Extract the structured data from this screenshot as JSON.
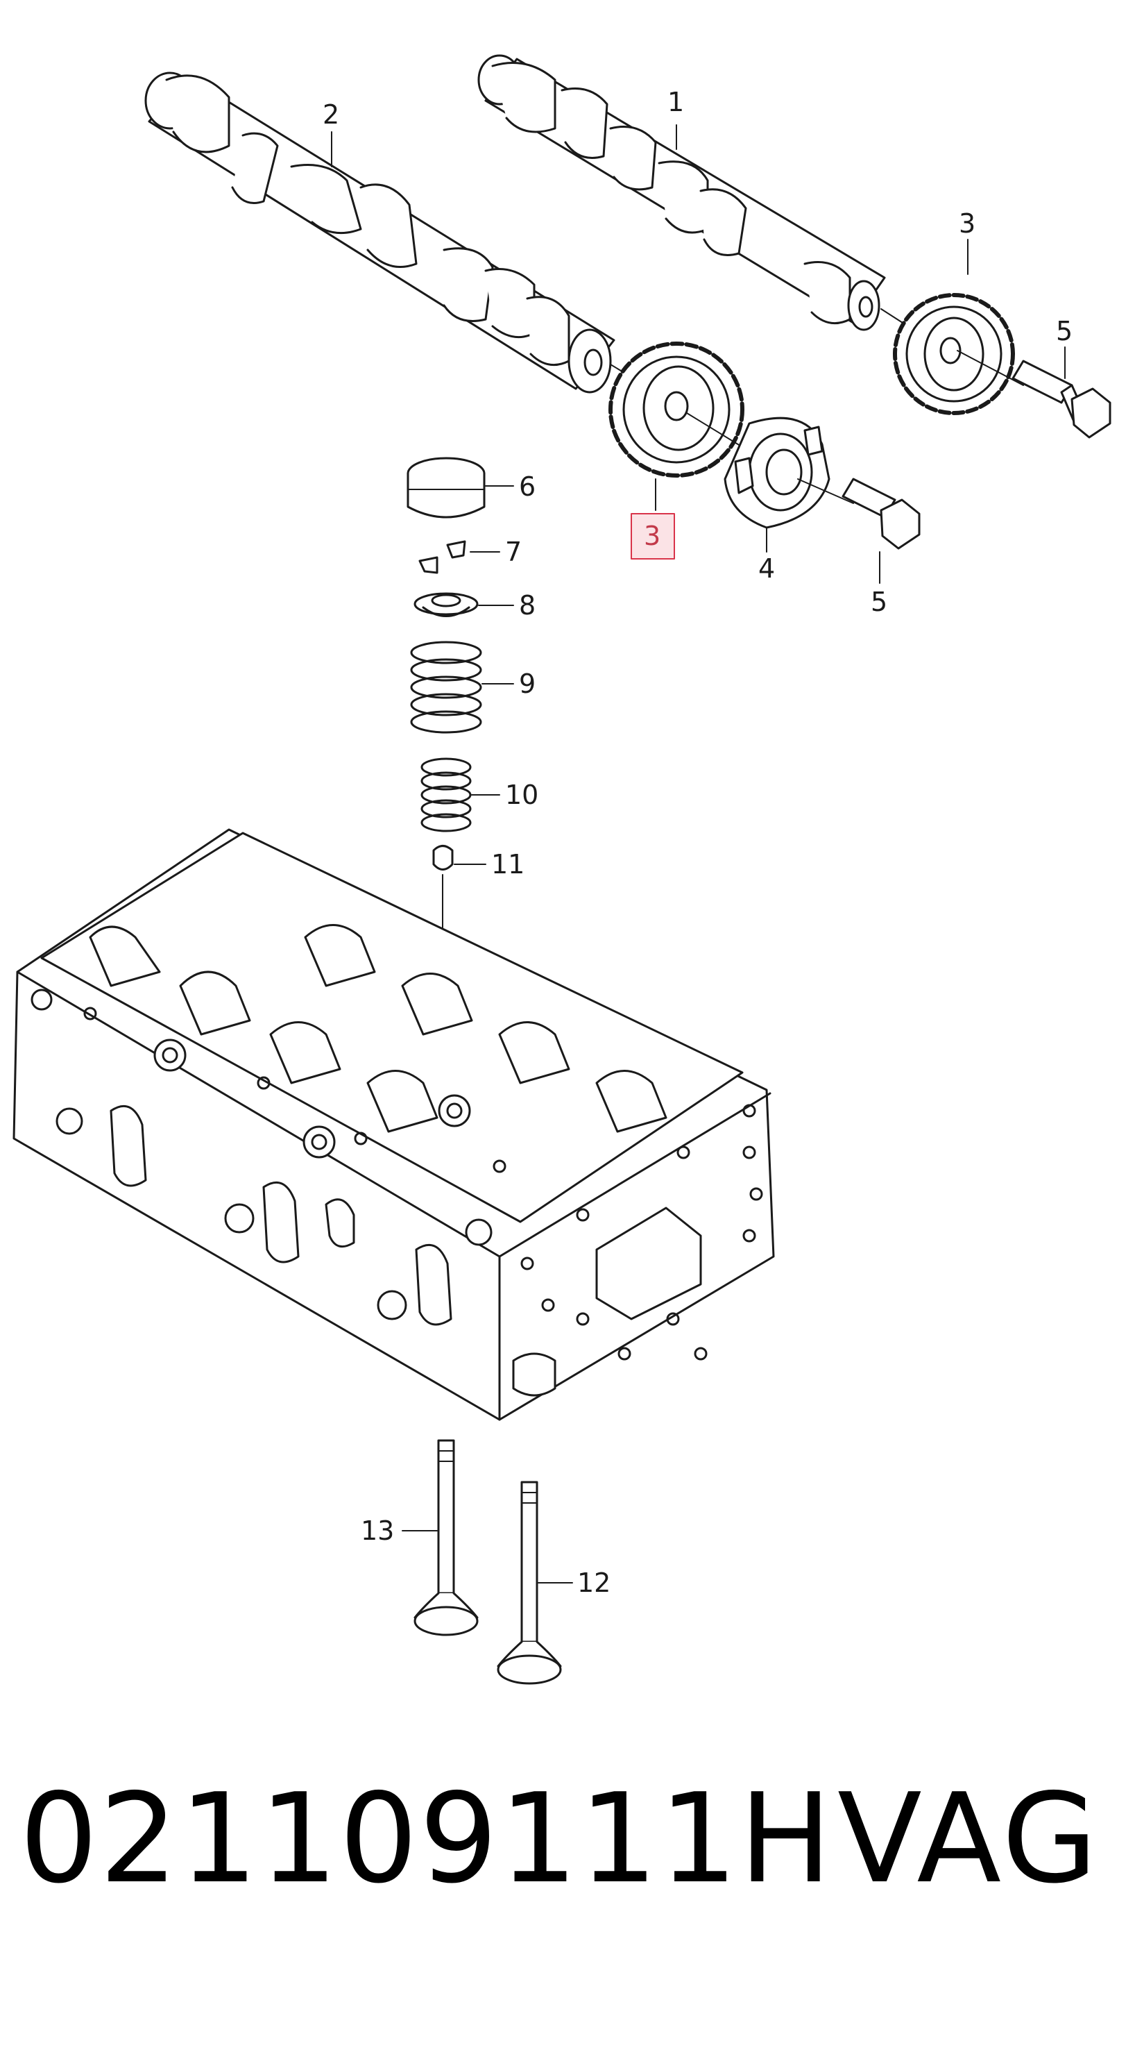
{
  "callouts": {
    "c1": "1",
    "c2": "2",
    "c3_top": "3",
    "c3_highlight": "3",
    "c4": "4",
    "c5_top": "5",
    "c5_bottom": "5",
    "c6": "6",
    "c7": "7",
    "c8": "8",
    "c9": "9",
    "c10": "10",
    "c11": "11",
    "c12": "12",
    "c13": "13"
  },
  "footer": {
    "part_number": "021109111H",
    "brand": "VAG"
  },
  "colors": {
    "line": "#1a1a1a",
    "highlight_border": "#d9344a",
    "highlight_fill": "#fbe3e6"
  }
}
